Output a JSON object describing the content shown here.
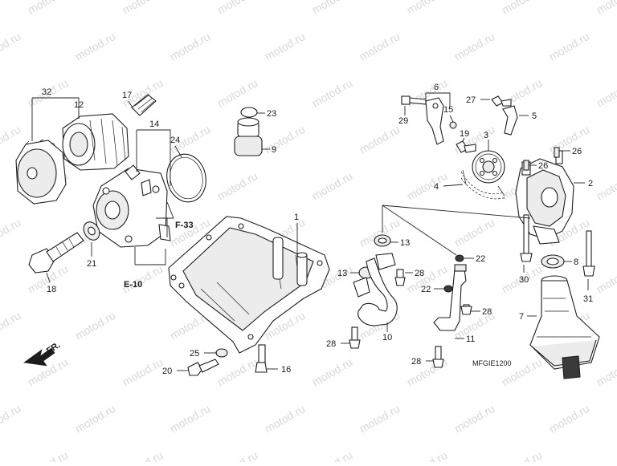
{
  "watermark": "motod.ru",
  "diagram_code": "MFGIE1200",
  "direction_label": "FR.",
  "references": [
    {
      "id": "ref-f33",
      "text": "F-33"
    },
    {
      "id": "ref-e10",
      "text": "E-10"
    }
  ],
  "callouts": {
    "c1": "1",
    "c2": "2",
    "c3": "3",
    "c4": "4",
    "c5": "5",
    "c6": "6",
    "c7": "7",
    "c8": "8",
    "c9": "9",
    "c10": "10",
    "c11": "11",
    "c12": "12",
    "c13a": "13",
    "c13b": "13",
    "c14": "14",
    "c15": "15",
    "c16": "16",
    "c17": "17",
    "c18": "18",
    "c19": "19",
    "c20": "20",
    "c21": "21",
    "c22a": "22",
    "c22b": "22",
    "c23": "23",
    "c24": "24",
    "c25": "25",
    "c26a": "26",
    "c26b": "26",
    "c27": "27",
    "c28a": "28",
    "c28b": "28",
    "c28c": "28",
    "c28d": "28",
    "c29": "29",
    "c30": "30",
    "c31": "31",
    "c32": "32"
  }
}
